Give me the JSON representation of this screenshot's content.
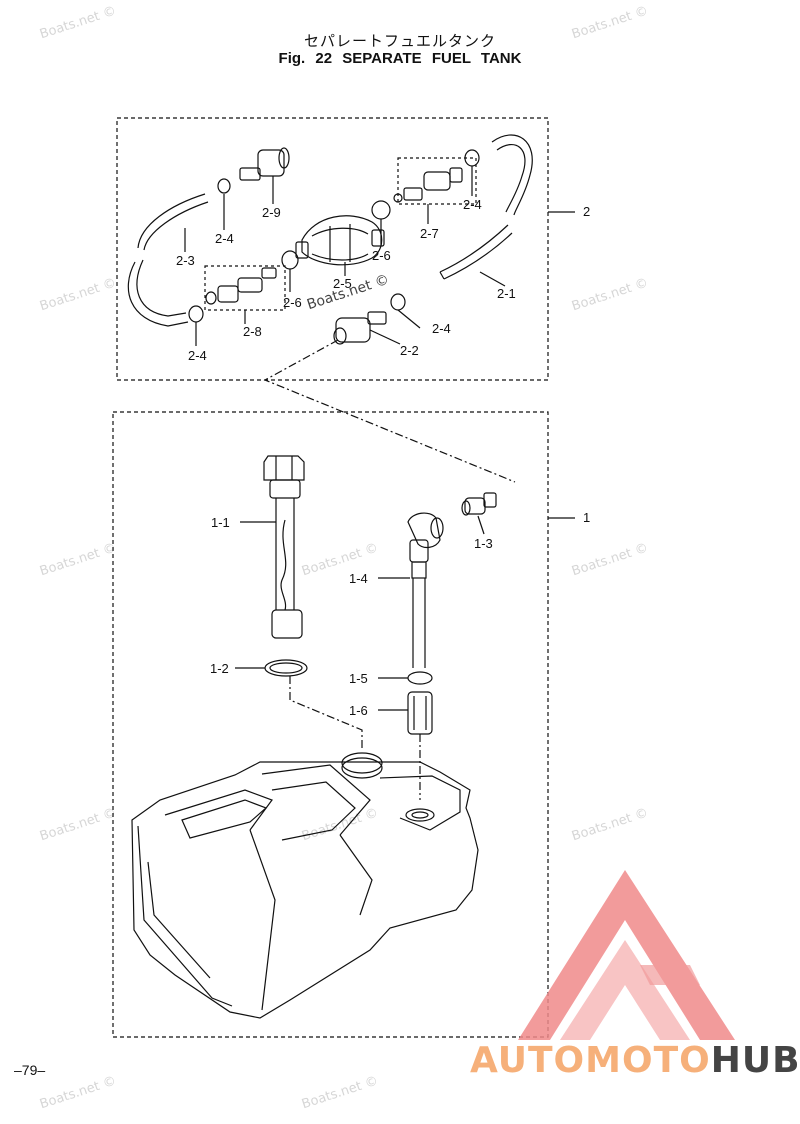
{
  "title_jp": "セパレートフュエルタンク",
  "title_en": "Fig. 22   SEPARATE FUEL TANK",
  "watermark": "Boats.net ©",
  "page_number": "–79–",
  "logo": {
    "part1": "AUTOMOTO",
    "part2": "HUB",
    "color_accent": "#f08a8a",
    "color_text": "#f6b07a"
  },
  "labels": {
    "l2": "2",
    "l2_1": "2-1",
    "l2_2": "2-2",
    "l2_3": "2-3",
    "l2_4a": "2-4",
    "l2_4b": "2-4",
    "l2_4c": "2-4",
    "l2_4d": "2-4",
    "l2_5": "2-5",
    "l2_6a": "2-6",
    "l2_6b": "2-6",
    "l2_7": "2-7",
    "l2_8": "2-8",
    "l2_9": "2-9",
    "l1": "1",
    "l1_1": "1-1",
    "l1_2": "1-2",
    "l1_3": "1-3",
    "l1_4": "1-4",
    "l1_5": "1-5",
    "l1_6": "1-6"
  }
}
